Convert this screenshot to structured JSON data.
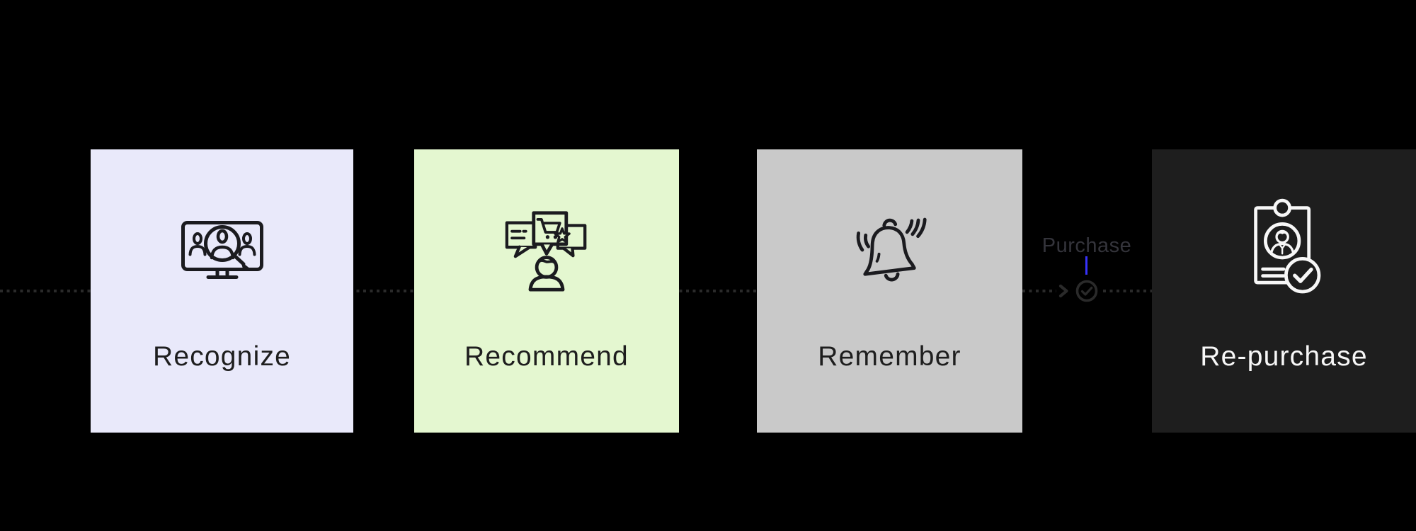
{
  "canvas": {
    "bg": "#000000",
    "connector_color": "#2A2A2A"
  },
  "journey": {
    "stages": [
      {
        "label": "Recognize",
        "bg": "#E9E9FA",
        "label_color": "#1E1E1E",
        "icon": "audience-search-monitor-icon",
        "icon_color": "#1B1B1F"
      },
      {
        "label": "Recommend",
        "bg": "#E4F7D0",
        "label_color": "#1E1E1E",
        "icon": "recommendation-bubbles-icon",
        "icon_color": "#1B1B1F"
      },
      {
        "label": "Remember",
        "bg": "#C9C9C9",
        "label_color": "#1E1E1E",
        "icon": "ringing-bell-icon",
        "icon_color": "#1B1B1F"
      },
      {
        "label": "Re-purchase",
        "bg": "#1E1E1E",
        "label_color": "#F7F7F7",
        "icon": "customer-card-check-icon",
        "icon_color": "#F7F7F7"
      }
    ],
    "milestone": {
      "label": "Purchase",
      "label_color": "#34343B",
      "pointer_color": "#3732FA",
      "arrow_icon": "chevron-right-icon",
      "check_icon": "check-circle-icon",
      "icon_color": "#2A2A2A"
    }
  }
}
